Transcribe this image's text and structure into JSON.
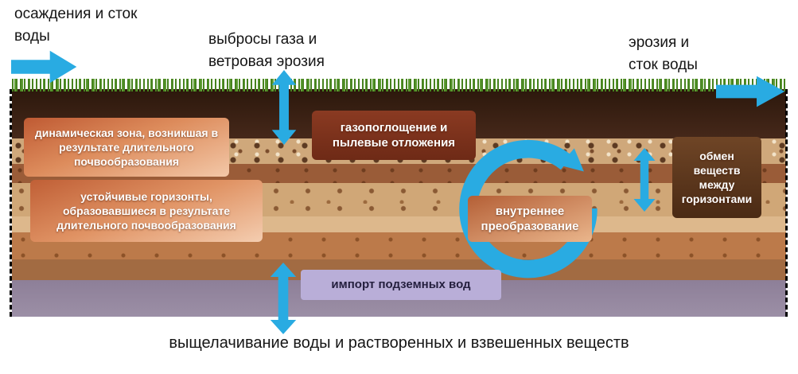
{
  "annotations": {
    "precipitation_runoff": "осаждения и сток\nводы",
    "gas_emissions": "выбросы газа и\nветровая эрозия",
    "erosion_runoff": "эрозия и\nсток воды",
    "leaching": "выщелачивание воды и растворенных и взвешенных веществ"
  },
  "boxes": {
    "dynamic_zone": "динамическая зона, возникшая в результате длительного почвообразования",
    "stable_horizons": "устойчивые горизонты, образовавшиеся в результате длительного почвообразования",
    "gas_absorption": "газопоглощение и пылевые отложения",
    "internal_transformation": "внутреннее преобразование",
    "horizon_exchange": "обмен веществ между горизонтами",
    "groundwater_import": "импорт подземных вод"
  },
  "icons": {
    "precipitation_arrow": "right-arrow-icon",
    "gas_emission_arrow": "vertical-double-arrow-icon",
    "erosion_arrow": "right-arrow-icon",
    "horizon_exchange_arrow": "vertical-double-arrow-icon",
    "leaching_arrow": "vertical-double-arrow-icon",
    "internal_cycle_arrow": "circular-arrow-icon"
  },
  "colors": {
    "arrow_blue": "#29abe2",
    "box_orange_dark": "#bf5a33",
    "box_orange_light": "#f4cdb0",
    "gas_box": "#7b2f1d",
    "exchange_box": "#5a331c",
    "groundwater_box": "#b9aed8",
    "soil_dark": "#3a2012",
    "soil_tan": "#d0a777",
    "soil_purple": "#968aa2",
    "grass_green": "#4c8a2a"
  }
}
